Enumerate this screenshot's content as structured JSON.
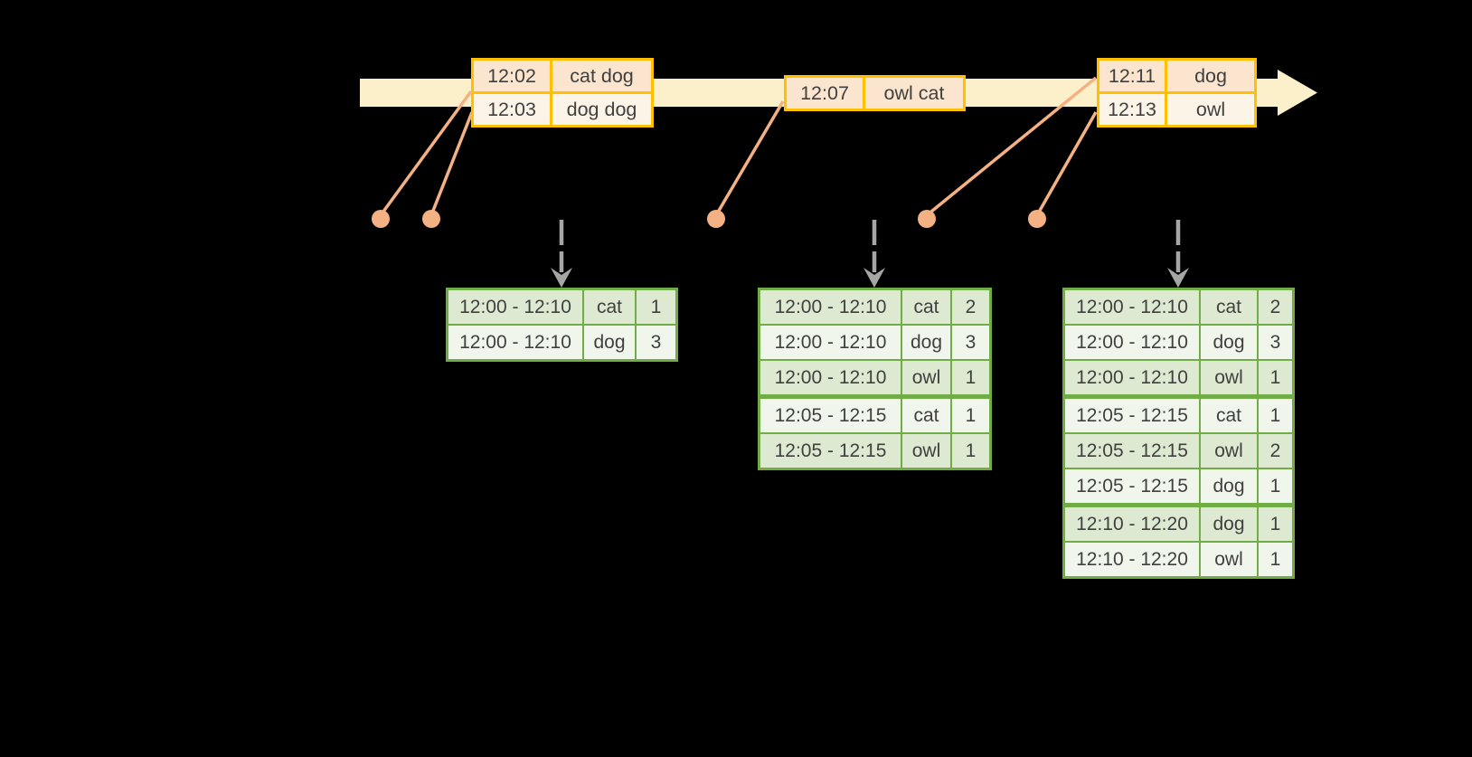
{
  "colors": {
    "background": "#000000",
    "timeline": "#FBF0CA",
    "event-border": "#FFC000",
    "event-dark": "#FBE5CE",
    "event-light": "#FDF4E8",
    "result-border": "#70AD47",
    "result-dark": "#DEE9D2",
    "result-light": "#F1F6ED",
    "marker": "#F4B183",
    "arrow": "#A6A6A6",
    "text": "#404040"
  },
  "event_tables": [
    {
      "name": "event-table-1",
      "rows": [
        {
          "time": "12:02",
          "text": "cat dog"
        },
        {
          "time": "12:03",
          "text": "dog dog"
        }
      ]
    },
    {
      "name": "event-table-2",
      "rows": [
        {
          "time": "12:07",
          "text": "owl cat"
        }
      ]
    },
    {
      "name": "event-table-3",
      "rows": [
        {
          "time": "12:11",
          "text": "dog"
        },
        {
          "time": "12:13",
          "text": "owl"
        }
      ]
    }
  ],
  "result_tables": [
    {
      "name": "result-table-1",
      "groups": [
        {
          "window": "12:00 - 12:10",
          "rows": [
            {
              "animal": "cat",
              "count": "1"
            },
            {
              "animal": "dog",
              "count": "3"
            }
          ]
        }
      ]
    },
    {
      "name": "result-table-2",
      "groups": [
        {
          "window": "12:00 - 12:10",
          "rows": [
            {
              "animal": "cat",
              "count": "2"
            },
            {
              "animal": "dog",
              "count": "3"
            },
            {
              "animal": "owl",
              "count": "1"
            }
          ]
        },
        {
          "window": "12:05 - 12:15",
          "rows": [
            {
              "animal": "cat",
              "count": "1"
            },
            {
              "animal": "owl",
              "count": "1"
            }
          ]
        }
      ]
    },
    {
      "name": "result-table-3",
      "groups": [
        {
          "window": "12:00 - 12:10",
          "rows": [
            {
              "animal": "cat",
              "count": "2"
            },
            {
              "animal": "dog",
              "count": "3"
            },
            {
              "animal": "owl",
              "count": "1"
            }
          ]
        },
        {
          "window": "12:05 - 12:15",
          "rows": [
            {
              "animal": "cat",
              "count": "1"
            },
            {
              "animal": "owl",
              "count": "2"
            },
            {
              "animal": "dog",
              "count": "1"
            }
          ]
        },
        {
          "window": "12:10 - 12:20",
          "rows": [
            {
              "animal": "dog",
              "count": "1"
            },
            {
              "animal": "owl",
              "count": "1"
            }
          ]
        }
      ]
    }
  ]
}
